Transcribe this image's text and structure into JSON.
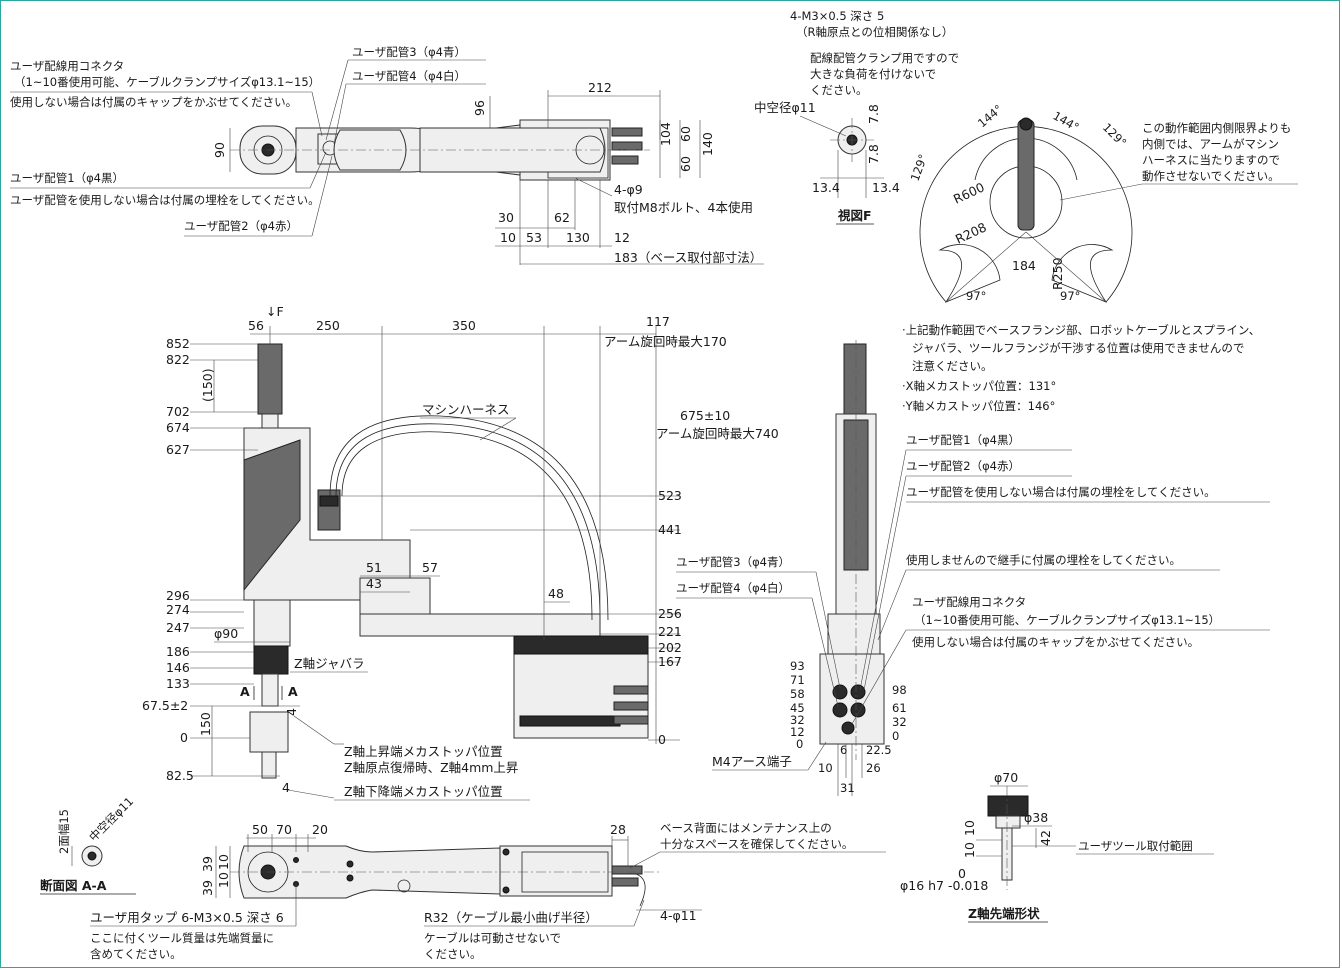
{
  "top_view": {
    "callouts": {
      "connector_title": "ユーザ配線用コネクタ",
      "connector_detail": "（1~10番使用可能、ケーブルクランプサイズφ13.1~15）",
      "connector_note": "使用しない場合は付属のキャップをかぶせてください。",
      "pipe1": "ユーザ配管1（φ4黒）",
      "pipe1_note": "ユーザ配管を使用しない場合は付属の埋栓をしてください。",
      "pipe2": "ユーザ配管2（φ4赤）",
      "pipe3": "ユーザ配管3（φ4青）",
      "pipe4": "ユーザ配管4（φ4白）",
      "bolt_count": "4-φ9",
      "bolt_note": "取付M8ボルト、4本使用",
      "base_dim": "183（ベース取付部寸法）"
    },
    "dims": {
      "d212": "212",
      "d96": "96",
      "d90": "90",
      "d104": "104",
      "d60a": "60",
      "d60b": "60",
      "d140": "140",
      "d30": "30",
      "d62": "62",
      "d10": "10",
      "d53": "53",
      "d130": "130",
      "d12": "12"
    }
  },
  "view_f": {
    "tap": "4-M3×0.5 深さ 5",
    "tap_note": "（R軸原点との位相関係なし）",
    "clamp_note_1": "配線配管クランプ用ですので",
    "clamp_note_2": "大きな負荷を付けないで",
    "clamp_note_3": "ください。",
    "hollow": "中空径φ11",
    "d78a": "7.8",
    "d78b": "7.8",
    "d134a": "13.4",
    "d134b": "13.4",
    "title": "視図F"
  },
  "range_view": {
    "a144a": "144°",
    "a144b": "144°",
    "a129a": "129°",
    "a129b": "129°",
    "r600": "R600",
    "r208": "R208",
    "d184": "184",
    "r250": "R250",
    "a97a": "97°",
    "a97b": "97°",
    "note_1": "この動作範囲内側限界よりも",
    "note_2": "内側では、アームがマシン",
    "note_3": "ハーネスに当たりますので",
    "note_4": "動作させないでください。"
  },
  "side_view": {
    "top_dims": {
      "d56": "56",
      "f_mark": "↓F",
      "d250": "250",
      "d350": "350",
      "d117": "117",
      "rot170": "アーム旋回時最大170"
    },
    "heights": [
      "852",
      "822",
      "702",
      "674",
      "627",
      "296",
      "274",
      "247",
      "186",
      "146",
      "133"
    ],
    "h150": "(150)",
    "harness": "マシンハーネス",
    "d675": "675±10",
    "rot740": "アーム旋回時最大740",
    "right_heights": [
      "523",
      "441",
      "256",
      "221",
      "202",
      "167",
      "0"
    ],
    "d51": "51",
    "d43": "43",
    "d57": "57",
    "d48": "48",
    "phi90": "φ90",
    "bellows": "Z軸ジャバラ",
    "section_a": "A",
    "section_a2": "A",
    "z_heights": {
      "h675": "67.5±2",
      "h150": "150",
      "h0": "0",
      "h825": "82.5",
      "d4a": "4",
      "d4b": "4"
    },
    "z_upper_1": "Z軸上昇端メカストッパ位置",
    "z_upper_2": "Z軸原点復帰時、Z軸4mm上昇",
    "z_lower": "Z軸下降端メカストッパ位置"
  },
  "right_notes": {
    "n1": "·上記動作範囲でベースフランジ部、ロボットケーブルとスプライン、",
    "n2": "ジャバラ、ツールフランジが干渉する位置は使用できませんので",
    "n3": "注意ください。",
    "n4": "·X軸メカストッパ位置：131°",
    "n5": "·Y軸メカストッパ位置：146°"
  },
  "rear_view": {
    "pipe1": "ユーザ配管1（φ4黒）",
    "pipe2": "ユーザ配管2（φ4赤）",
    "pipe_note": "ユーザ配管を使用しない場合は付属の埋栓をしてください。",
    "joint_note": "使用しませんので継手に付属の埋栓をしてください。",
    "pipe3": "ユーザ配管3（φ4青）",
    "pipe4": "ユーザ配管4（φ4白）",
    "conn_title": "ユーザ配線用コネクタ",
    "conn_detail": "（1~10番使用可能、ケーブルクランプサイズφ13.1~15）",
    "conn_note": "使用しない場合は付属のキャップをかぶせてください。",
    "left_dims": [
      "93",
      "71",
      "58",
      "45",
      "32",
      "12",
      "0"
    ],
    "right_dims": [
      "98",
      "61",
      "32",
      "0"
    ],
    "earth": "M4アース端子",
    "d6": "6",
    "d225": "22.5",
    "d10": "10",
    "d26": "26",
    "d31": "31"
  },
  "section_aa": {
    "w15": "2面幅15",
    "hollow": "中空径φ11",
    "title": "断面図 A-A"
  },
  "bottom_view": {
    "d50": "50",
    "d70": "70",
    "d20": "20",
    "d28": "28",
    "d39a": "39",
    "d39b": "39",
    "d10a": "10",
    "d10b": "10",
    "tap": "ユーザ用タップ 6-M3×0.5 深さ 6",
    "tap_note_1": "ここに付くツール質量は先端質量に",
    "tap_note_2": "含めてください。",
    "r32": "R32（ケーブル最小曲げ半径）",
    "r32_note_1": "ケーブルは可動させないで",
    "r32_note_2": "ください。",
    "holes": "4-φ11",
    "rear_note_1": "ベース背面にはメンテナンス上の",
    "rear_note_2": "十分なスペースを確保してください。"
  },
  "z_tip": {
    "phi70": "φ70",
    "phi38": "φ38",
    "d10a": "10",
    "d10b": "10",
    "d42": "42",
    "d0": "0",
    "phi16": "φ16 h7 -0.018",
    "tool": "ユーザツール取付範囲",
    "title": "Z軸先端形状"
  }
}
